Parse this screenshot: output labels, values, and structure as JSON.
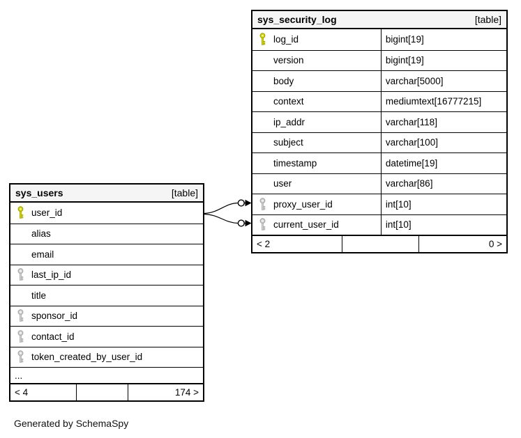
{
  "page": {
    "generated_by": "Generated by SchemaSpy"
  },
  "colors": {
    "header_bg": "#f5f5f5",
    "border": "#000000",
    "primary_key_fill": "#d6d600",
    "primary_key_stroke": "#9c9c00",
    "foreign_key_fill": "#d4d4d4",
    "foreign_key_stroke": "#9e9e9e"
  },
  "tables": [
    {
      "title": "sys_security_log",
      "badge": "[table]",
      "rows": [
        {
          "name": "log_id",
          "type": "bigint[19]",
          "key": "primary"
        },
        {
          "name": "version",
          "type": "bigint[19]",
          "key": ""
        },
        {
          "name": "body",
          "type": "varchar[5000]",
          "key": ""
        },
        {
          "name": "context",
          "type": "mediumtext[16777215]",
          "key": ""
        },
        {
          "name": "ip_addr",
          "type": "varchar[118]",
          "key": ""
        },
        {
          "name": "subject",
          "type": "varchar[100]",
          "key": ""
        },
        {
          "name": "timestamp",
          "type": "datetime[19]",
          "key": ""
        },
        {
          "name": "user",
          "type": "varchar[86]",
          "key": ""
        },
        {
          "name": "proxy_user_id",
          "type": "int[10]",
          "key": "foreign"
        },
        {
          "name": "current_user_id",
          "type": "int[10]",
          "key": "foreign"
        }
      ],
      "footer": {
        "left": "< 2",
        "middle": "",
        "right": "0 >"
      }
    },
    {
      "title": "sys_users",
      "badge": "[table]",
      "rows": [
        {
          "name": "user_id",
          "key": "primary"
        },
        {
          "name": "alias",
          "key": ""
        },
        {
          "name": "email",
          "key": ""
        },
        {
          "name": "last_ip_id",
          "key": "foreign"
        },
        {
          "name": "title",
          "key": ""
        },
        {
          "name": "sponsor_id",
          "key": "foreign"
        },
        {
          "name": "contact_id",
          "key": "foreign"
        },
        {
          "name": "token_created_by_user_id",
          "key": "foreign"
        },
        {
          "name": "...",
          "key": "",
          "ellipsis": true
        }
      ],
      "footer": {
        "left": "< 4",
        "middle": "",
        "right": "174 >"
      }
    }
  ],
  "relationships": [
    {
      "from": "sys_users.user_id",
      "to": "sys_security_log.proxy_user_id"
    },
    {
      "from": "sys_users.user_id",
      "to": "sys_security_log.current_user_id"
    }
  ]
}
